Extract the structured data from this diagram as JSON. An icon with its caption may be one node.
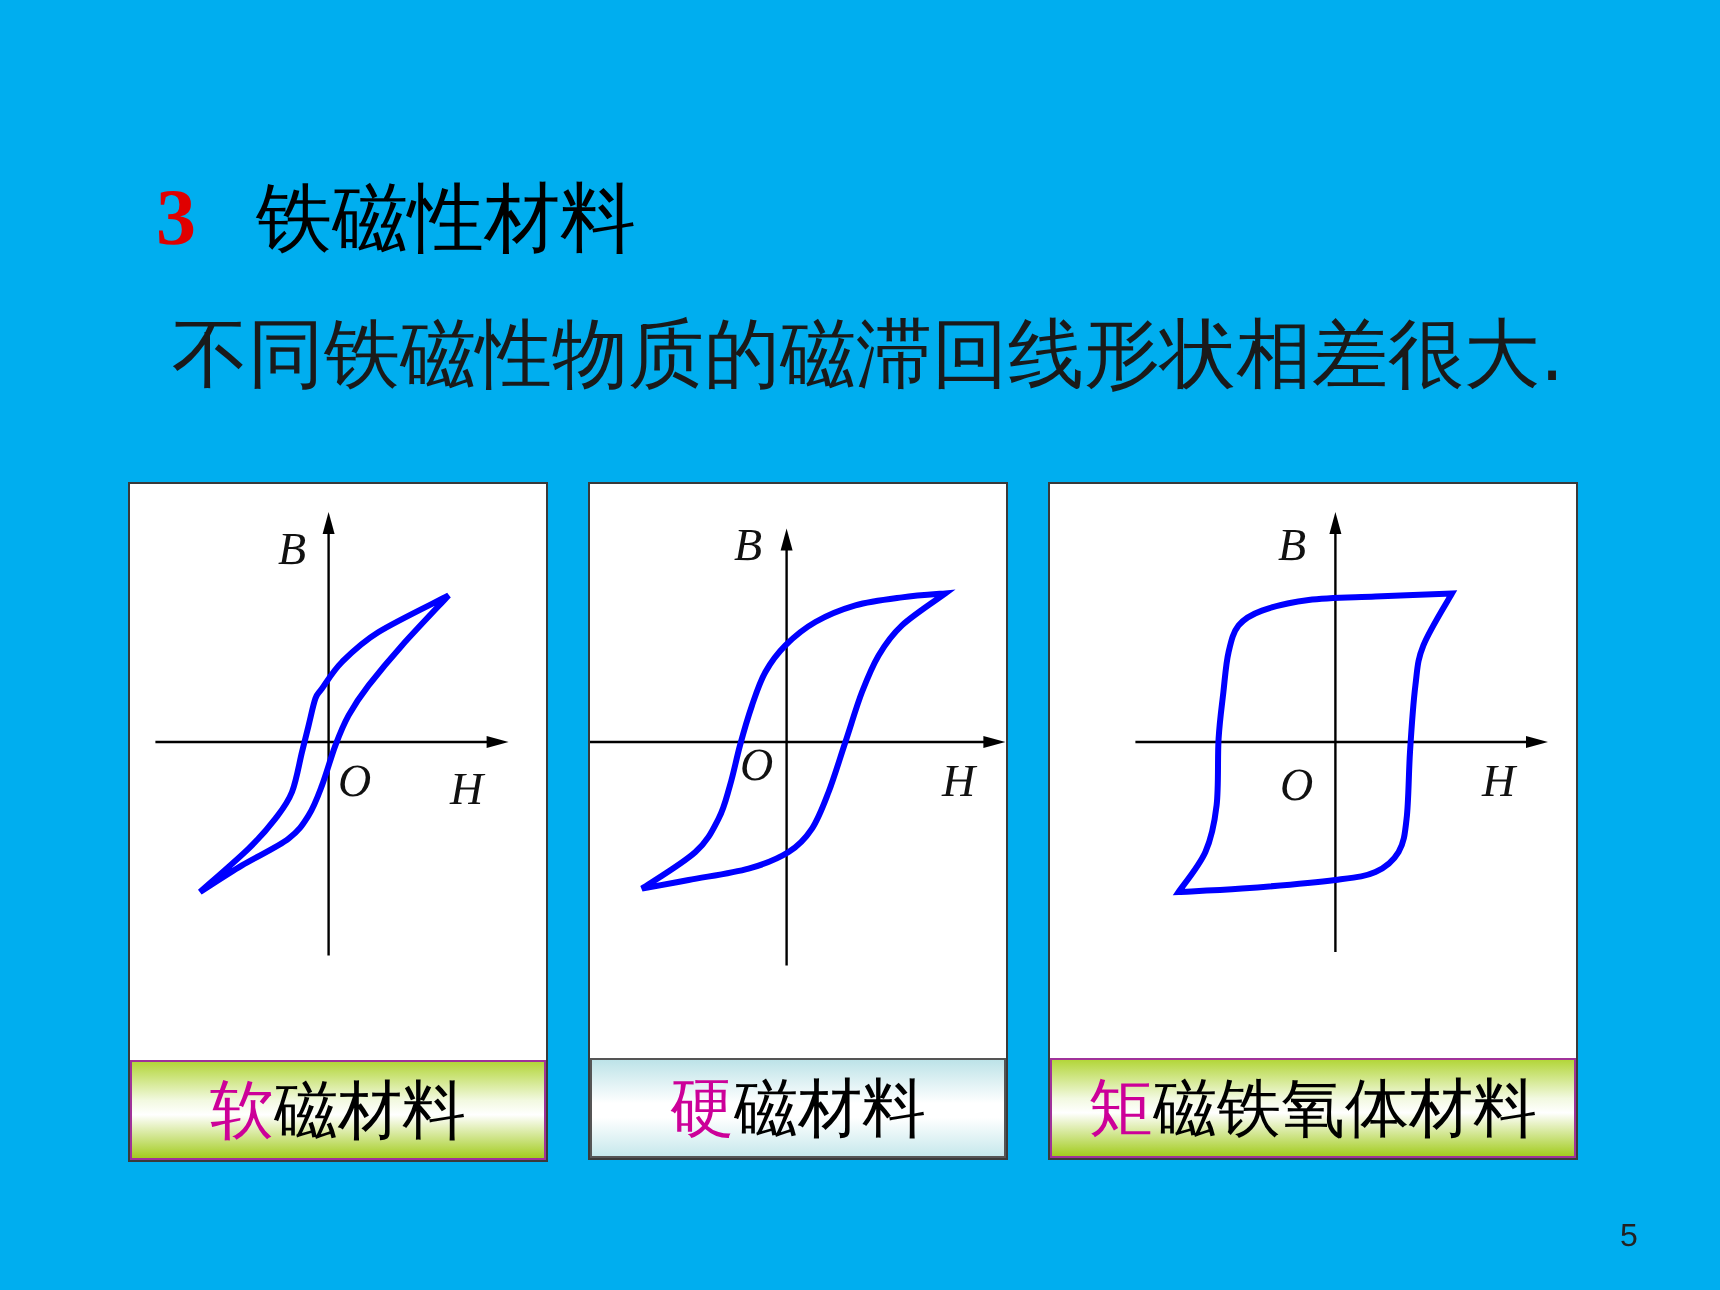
{
  "diagram": {
    "title": "3 铁磁性材料",
    "nodes": [
      {
        "text": [
          "B",
          "O",
          "H"
        ]
      },
      {
        "text": [
          "软磁材料"
        ],
        "in": 0
      },
      {
        "text": [
          "B",
          "O",
          "H"
        ]
      },
      {
        "text": [
          "硬磁材料"
        ],
        "in": 2
      },
      {
        "text": [
          "B",
          "O",
          "H"
        ]
      },
      {
        "text": [
          "矩磁铁氧体材料"
        ],
        "in": 4
      }
    ],
    "labels": [
      "不同铁磁性物质的磁滞回线形状相差很大.",
      "5"
    ]
  }
}
